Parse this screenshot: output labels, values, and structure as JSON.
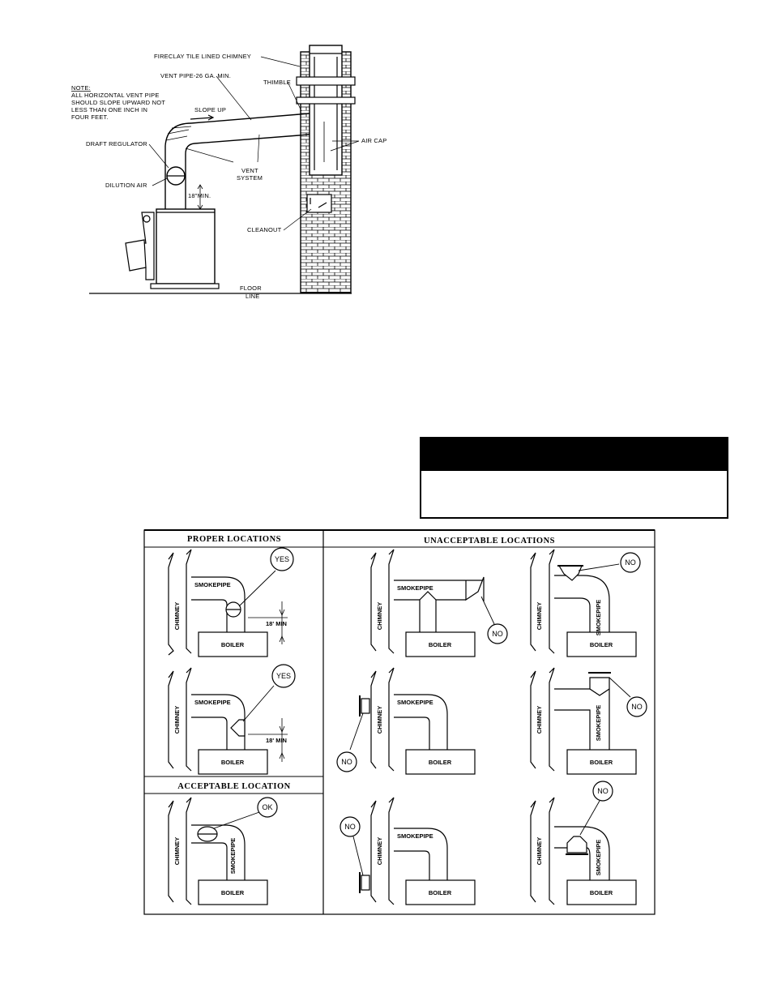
{
  "top_figure": {
    "note_title": "NOTE:",
    "note_lines": [
      "ALL HORIZONTAL VENT PIPE",
      "SHOULD SLOPE UPWARD NOT",
      "LESS THAN ONE INCH IN",
      "FOUR FEET."
    ],
    "fireclay": "FIRECLAY TILE LINED CHIMNEY",
    "vent_pipe": "VENT PIPE-26 GA. MIN.",
    "thimble": "THIMBLE",
    "slope_up": "SLOPE UP",
    "air_cap": "AIR CAP",
    "draft_regulator": "DRAFT REGULATOR",
    "dilution_air": "DILUTION AIR",
    "vent": "VENT",
    "system": "SYSTEM",
    "min18": "18\"MIN.",
    "cleanout": "CLEANOUT",
    "floor": "FLOOR",
    "line": "LINE"
  },
  "table": {
    "proper": "PROPER LOCATIONS",
    "unacceptable": "UNACCEPTABLE LOCATIONS",
    "acceptable": "ACCEPTABLE LOCATION",
    "chimney": "CHIMNEY",
    "smokepipe": "SMOKEPIPE",
    "boiler": "BOILER",
    "min": "18' MIN",
    "yes": "YES",
    "no": "NO",
    "ok": "OK"
  }
}
